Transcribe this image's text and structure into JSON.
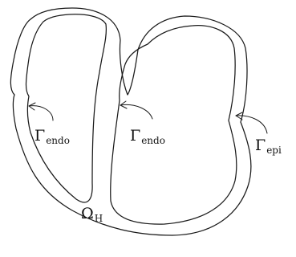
{
  "labels": {
    "endo_left": {
      "symbol": "Γ",
      "subscript": "endo"
    },
    "endo_right": {
      "symbol": "Γ",
      "subscript": "endo"
    },
    "epi": {
      "symbol": "Γ",
      "subscript": "epi"
    },
    "domain": {
      "symbol": "Ω",
      "subscript": "H"
    }
  },
  "colors": {
    "stroke": "#1a1a1a",
    "background": "#ffffff"
  }
}
